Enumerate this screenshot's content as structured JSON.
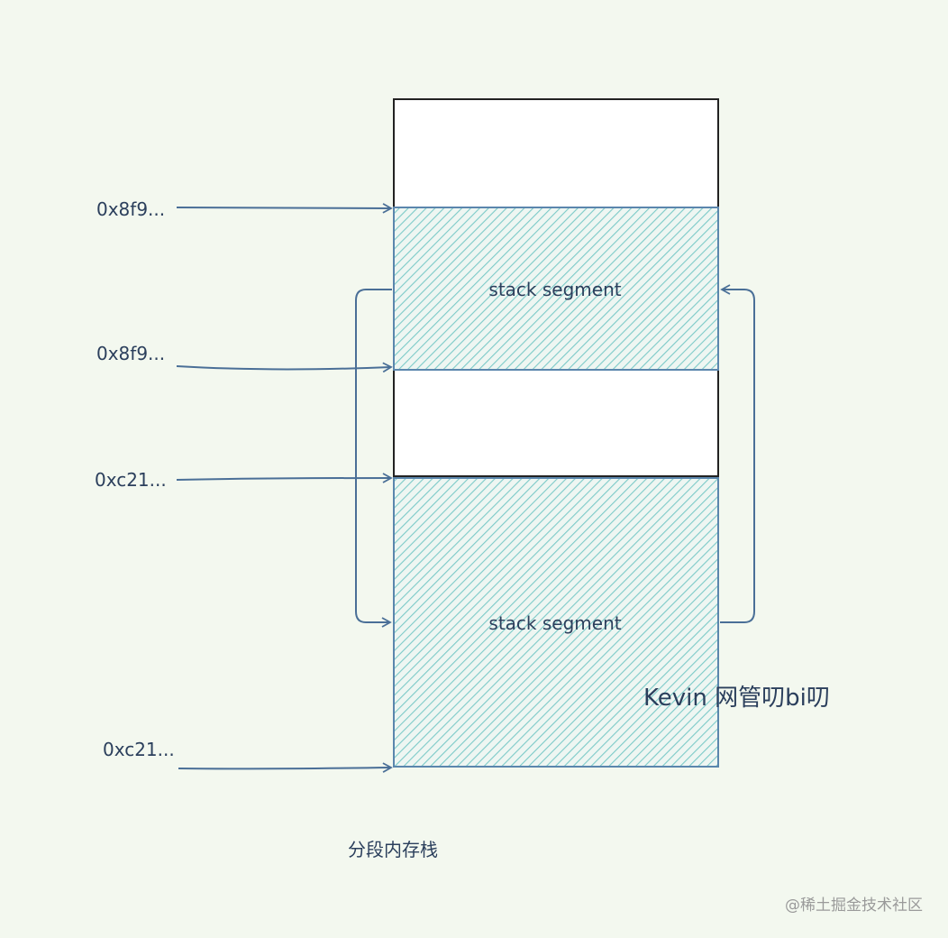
{
  "addresses": [
    "0x8f9...",
    "0x8f9...",
    "0xc21...",
    "0xc21..."
  ],
  "segments": [
    "stack segment",
    "stack segment"
  ],
  "watermark": "Kevin 网管叨bi叨",
  "caption": "分段内存栈",
  "footer": "@稀土掘金技术社区",
  "colors": {
    "arrow": "#4a6f97",
    "hatch": "#7ccac8",
    "segment_border": "#5b86ad",
    "text": "#2b3f5c",
    "background": "#f3f8ef"
  }
}
